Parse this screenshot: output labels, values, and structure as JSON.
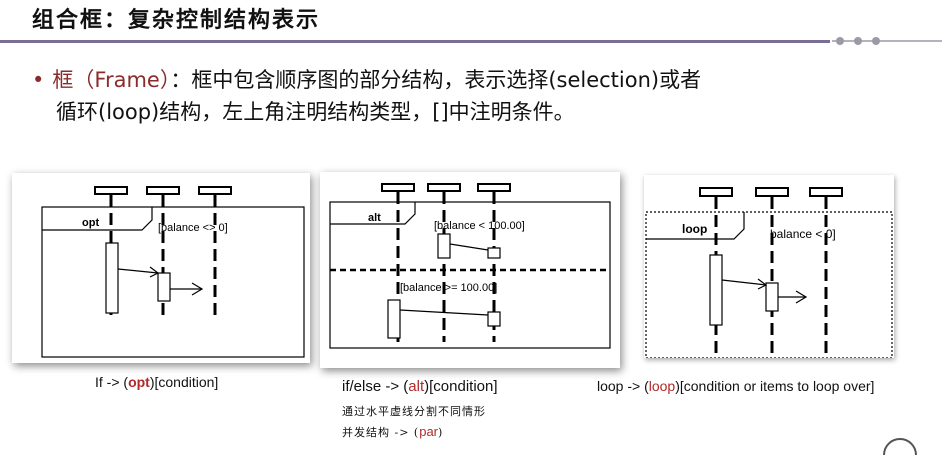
{
  "title": "组合框：复杂控制结构表示",
  "bullet": {
    "term": "框（Frame）",
    "line1_rest": "：框中包含顺序图的部分结构，表示选择(selection)或者",
    "line2": "循环(loop)结构，左上角注明结构类型，[]中注明条件。"
  },
  "diagrams": {
    "opt": {
      "tag": "opt",
      "guard": "[balance <> 0]"
    },
    "alt": {
      "tag": "alt",
      "guard1": "[balance < 100.00]",
      "guard2": "[balance >= 100.00]"
    },
    "loop": {
      "tag": "loop",
      "guard": "balance < 0]"
    }
  },
  "captions": {
    "c1": {
      "pre": "If -> (",
      "kw": "opt",
      "post": ")[condition]"
    },
    "c2": {
      "pre": "if/else -> (",
      "kw": "alt",
      "post": ")[condition]"
    },
    "c2b": "通过水平虚线分割不同情形",
    "c2c_pre": "并发结构 -> (",
    "c2c_kw": "par",
    "c2c_post": ")",
    "c3": {
      "pre": "loop -> (",
      "kw": "loop",
      "post": ")[condition or items to loop over]"
    }
  },
  "colors": {
    "accent": "#8a2c2c",
    "rule": "#7b6e94",
    "keyword": "#b02a2a"
  }
}
